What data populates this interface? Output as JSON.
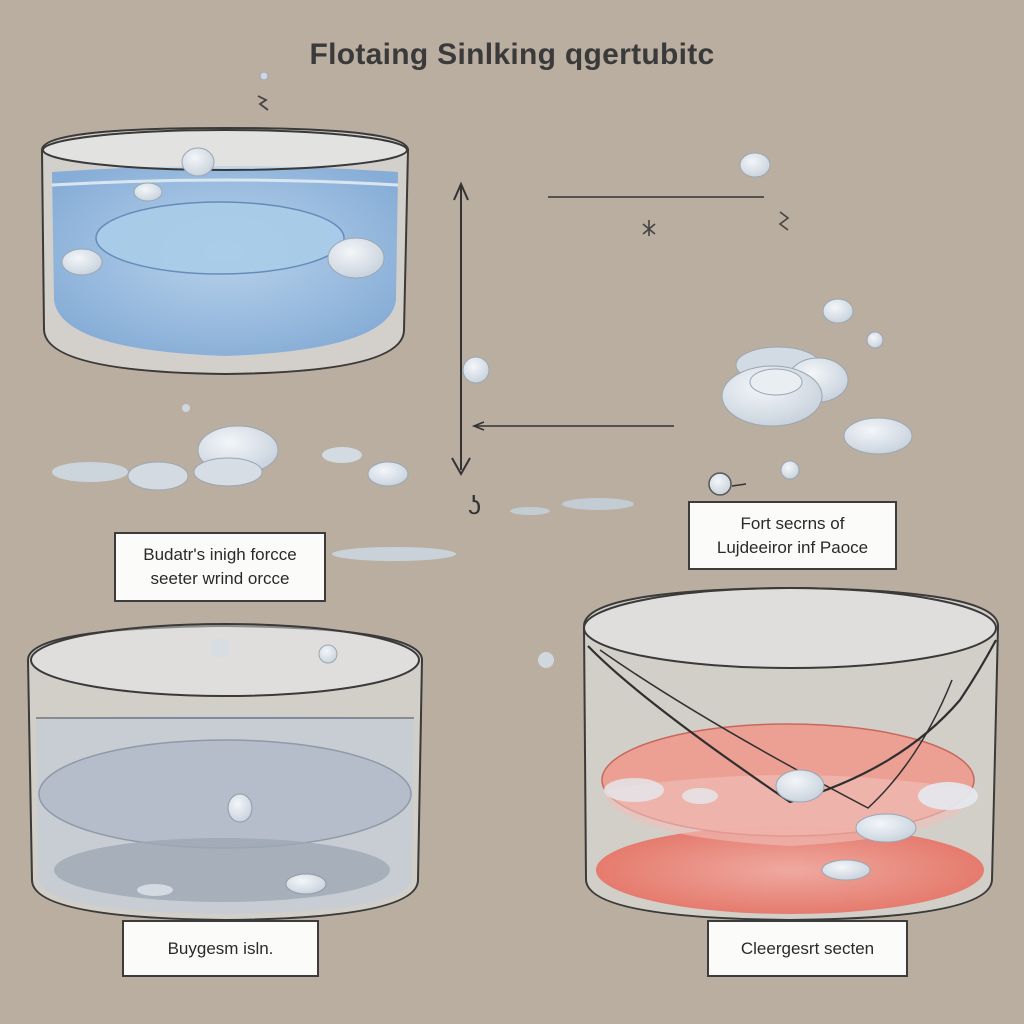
{
  "title": "Flotaing Sinlking qgertubitc",
  "labels": {
    "top_left": {
      "line1": "Budatr's inigh forcce",
      "line2": "seeter wrind orcce"
    },
    "top_right": {
      "line1": "Fort secrns of",
      "line2": "Lujdeeiror inf Paoce"
    },
    "bottom_left": {
      "line1": "Buygesm isln."
    },
    "bottom_right": {
      "line1": "Cleergesrt secten"
    }
  },
  "colors": {
    "background": "#b9aea0",
    "water_blue": "#8fb8e0",
    "water_grey": "#b7c0cb",
    "liquid_red": "#e8786a",
    "outline": "#3a3a3a"
  },
  "icons": [
    "bowl-icon",
    "droplet-icon",
    "arrow-icon",
    "cross-mark-icon"
  ]
}
